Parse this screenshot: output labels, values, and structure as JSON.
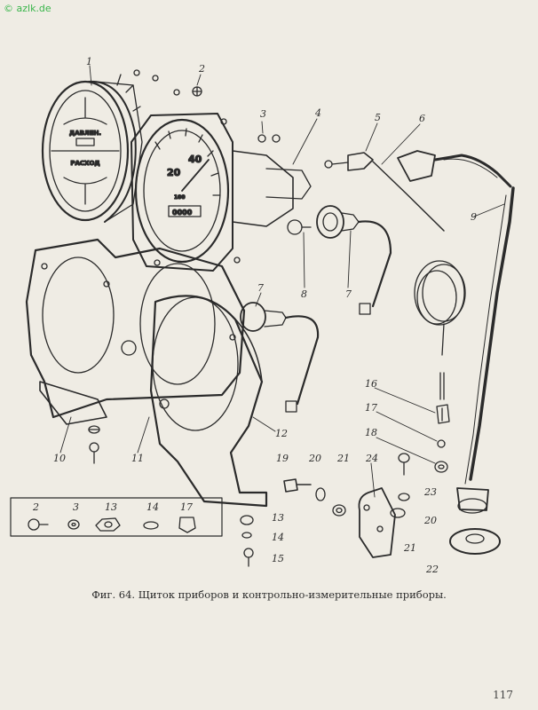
{
  "watermark": "© azlk.de",
  "caption": "Фиг. 64. Щиток приборов и контрольно-измерительные приборы.",
  "page_number": "117",
  "gauge_small": {
    "label_top": "ДАВЛЕН.",
    "label_bottom": "РАСХОД"
  },
  "speedometer": {
    "ticks": [
      "20",
      "40"
    ],
    "label": "100",
    "odometer": "0000"
  },
  "callouts": [
    {
      "name": "callout-1",
      "text": "1"
    },
    {
      "name": "callout-2-top",
      "text": "2"
    },
    {
      "name": "callout-3-top",
      "text": "3"
    },
    {
      "name": "callout-4",
      "text": "4"
    },
    {
      "name": "callout-5",
      "text": "5"
    },
    {
      "name": "callout-6",
      "text": "6"
    },
    {
      "name": "callout-7-upper",
      "text": "7"
    },
    {
      "name": "callout-8",
      "text": "8"
    },
    {
      "name": "callout-9",
      "text": "9"
    },
    {
      "name": "callout-7-lower",
      "text": "7"
    },
    {
      "name": "callout-10",
      "text": "10"
    },
    {
      "name": "callout-11",
      "text": "11"
    },
    {
      "name": "callout-12",
      "text": "12"
    },
    {
      "name": "callout-13",
      "text": "13"
    },
    {
      "name": "callout-14",
      "text": "14"
    },
    {
      "name": "callout-15",
      "text": "15"
    },
    {
      "name": "callout-16",
      "text": "16"
    },
    {
      "name": "callout-17",
      "text": "17"
    },
    {
      "name": "callout-18",
      "text": "18"
    },
    {
      "name": "callout-19",
      "text": "19"
    },
    {
      "name": "callout-20-bottom",
      "text": "20"
    },
    {
      "name": "callout-21-bottom",
      "text": "21"
    },
    {
      "name": "callout-24",
      "text": "24"
    },
    {
      "name": "callout-23",
      "text": "23"
    },
    {
      "name": "callout-20-right",
      "text": "20"
    },
    {
      "name": "callout-21-right",
      "text": "21"
    },
    {
      "name": "callout-22",
      "text": "22"
    }
  ],
  "inset_labels": [
    {
      "name": "inset-label-2",
      "text": "2"
    },
    {
      "name": "inset-label-3",
      "text": "3"
    },
    {
      "name": "inset-label-13",
      "text": "13"
    },
    {
      "name": "inset-label-14",
      "text": "14"
    },
    {
      "name": "inset-label-17",
      "text": "17"
    }
  ]
}
